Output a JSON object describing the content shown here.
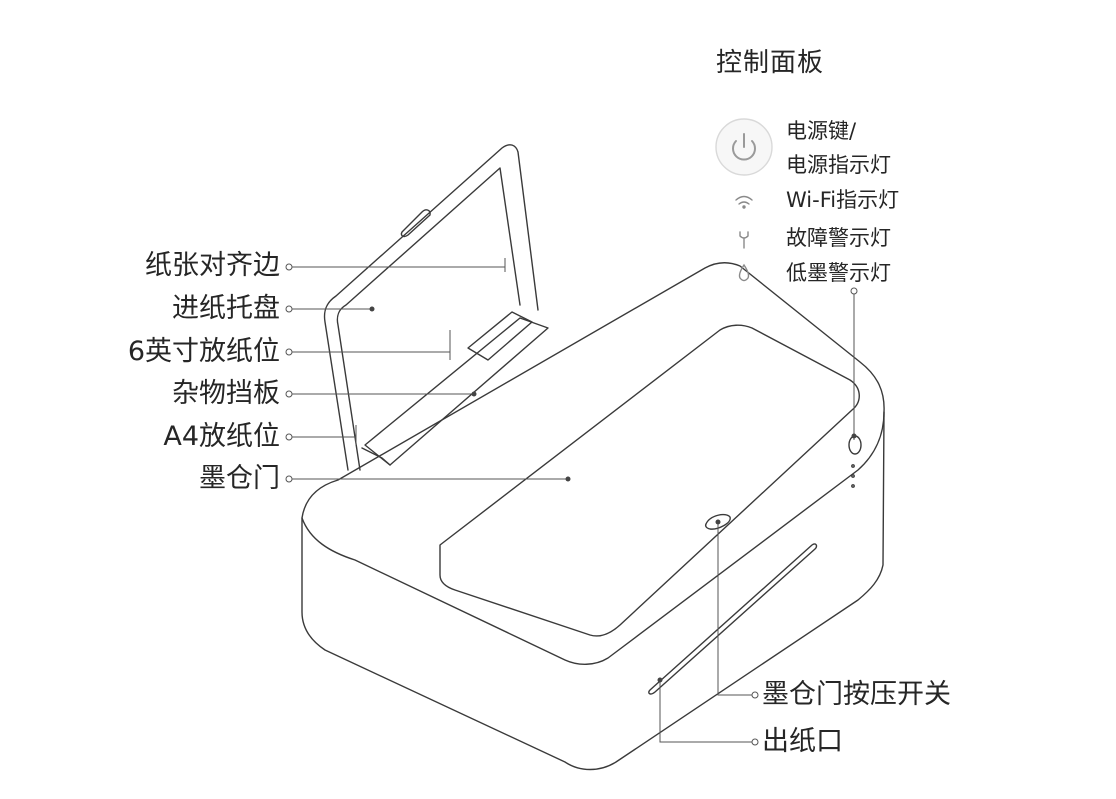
{
  "control_panel": {
    "title": "控制面板",
    "items": [
      {
        "icon": "power-icon",
        "lines": [
          "电源键/",
          "电源指示灯"
        ]
      },
      {
        "icon": "wifi-icon",
        "label": "Wi-Fi指示灯"
      },
      {
        "icon": "wrench-icon",
        "label": "故障警示灯"
      },
      {
        "icon": "ink-drop-icon",
        "label": "低墨警示灯"
      }
    ]
  },
  "left_callouts": [
    "纸张对齐边",
    "进纸托盘",
    "6英寸放纸位",
    "杂物挡板",
    "A4放纸位",
    "墨仓门"
  ],
  "bottom_callouts": [
    "墨仓门按压开关",
    "出纸口"
  ]
}
